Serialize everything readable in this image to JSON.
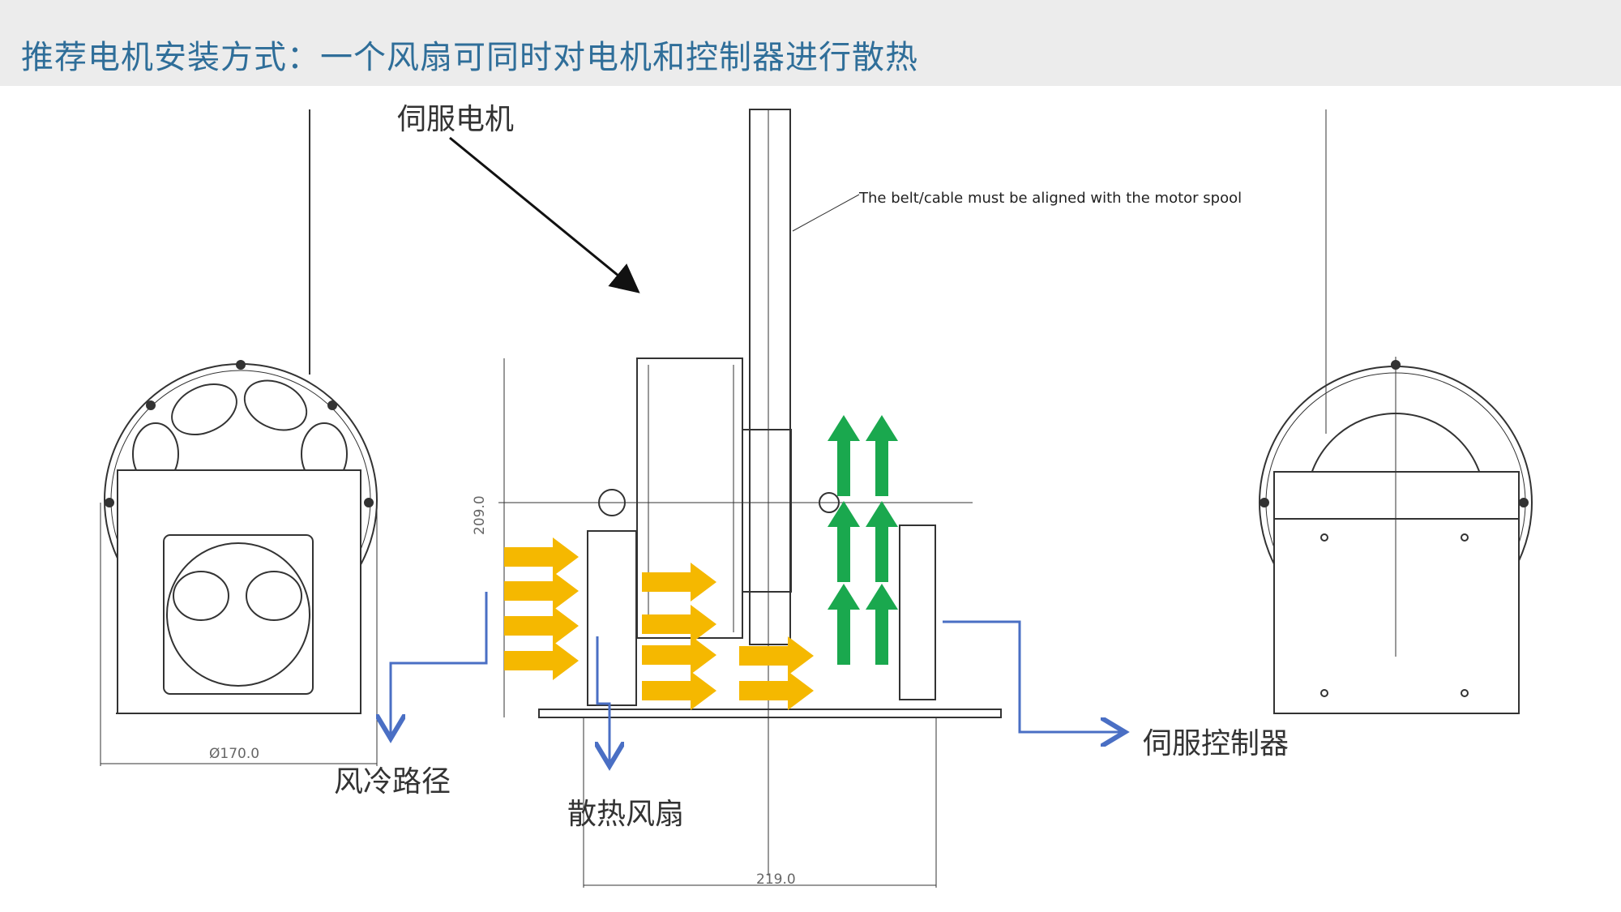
{
  "title": "推荐电机安装方式：一个风扇可同时对电机和控制器进行散热",
  "labels": {
    "servo_motor": "伺服电机",
    "air_path": "风冷路径",
    "cooling_fan": "散热风扇",
    "servo_controller": "伺服控制器"
  },
  "note": "The belt/cable must be aligned with the motor spool",
  "dimensions": {
    "diameter": "Ø170.0",
    "width": "219.0",
    "height": "209.0"
  },
  "colors": {
    "title": "#2f6e99",
    "title_bg": "#ececec",
    "airflow_in": "#f5b800",
    "airflow_up": "#1aa84e",
    "callout": "#4a6fc4"
  }
}
